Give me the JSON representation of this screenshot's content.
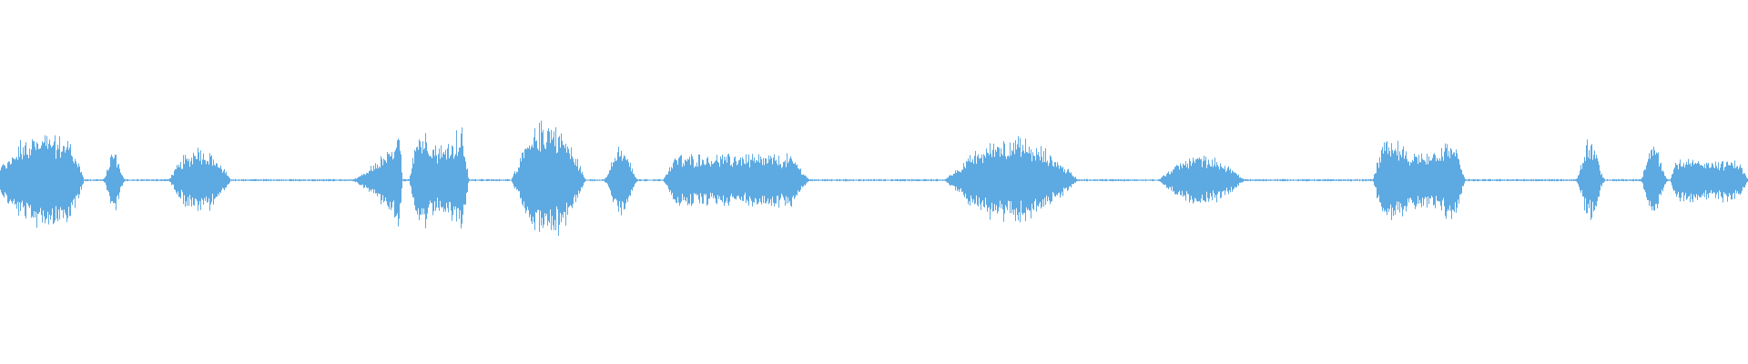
{
  "waveform": {
    "color": "#5DA9E2",
    "baseline_amplitude": 0.008,
    "segments": [
      {
        "start": 0.0,
        "end": 0.048,
        "peak": 0.47,
        "shape": "tail"
      },
      {
        "start": 0.058,
        "end": 0.072,
        "peak": 0.33,
        "shape": "spike"
      },
      {
        "start": 0.096,
        "end": 0.132,
        "peak": 0.35,
        "shape": "hump"
      },
      {
        "start": 0.2,
        "end": 0.23,
        "peak": 0.51,
        "shape": "ramp"
      },
      {
        "start": 0.234,
        "end": 0.268,
        "peak": 0.52,
        "shape": "block"
      },
      {
        "start": 0.292,
        "end": 0.335,
        "peak": 0.62,
        "shape": "hump"
      },
      {
        "start": 0.344,
        "end": 0.366,
        "peak": 0.4,
        "shape": "spike"
      },
      {
        "start": 0.379,
        "end": 0.463,
        "peak": 0.27,
        "shape": "plateau"
      },
      {
        "start": 0.54,
        "end": 0.617,
        "peak": 0.45,
        "shape": "hump"
      },
      {
        "start": 0.662,
        "end": 0.712,
        "peak": 0.26,
        "shape": "hump"
      },
      {
        "start": 0.785,
        "end": 0.838,
        "peak": 0.41,
        "shape": "block"
      },
      {
        "start": 0.9,
        "end": 0.919,
        "peak": 0.44,
        "shape": "spike"
      },
      {
        "start": 0.937,
        "end": 0.955,
        "peak": 0.4,
        "shape": "spike"
      },
      {
        "start": 0.955,
        "end": 1.0,
        "peak": 0.22,
        "shape": "plateau"
      }
    ]
  }
}
